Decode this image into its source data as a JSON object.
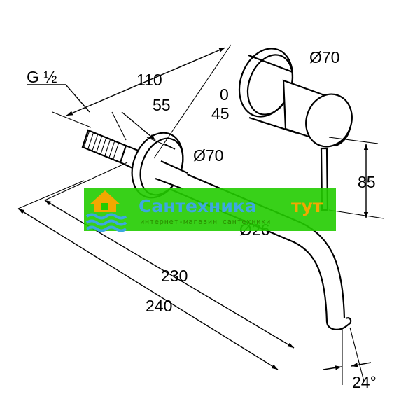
{
  "dimensions": {
    "thread": "G ½",
    "d110": "110",
    "d55": "55",
    "d70_left": "Ø70",
    "d70_right": "Ø70",
    "d0": "0",
    "d45": "45",
    "d85": "85",
    "d26": "Ø26",
    "d230": "230",
    "d240": "240",
    "angle": "24°"
  },
  "watermark": {
    "title_left": "Сантехника",
    "title_right": "тут",
    "subtitle": "интернет-магазин сантехники",
    "background": "#22cc00",
    "title_left_color": "#3da8e0",
    "title_right_color": "#f2a800",
    "logo_icon": "house-waves-logo-icon"
  }
}
